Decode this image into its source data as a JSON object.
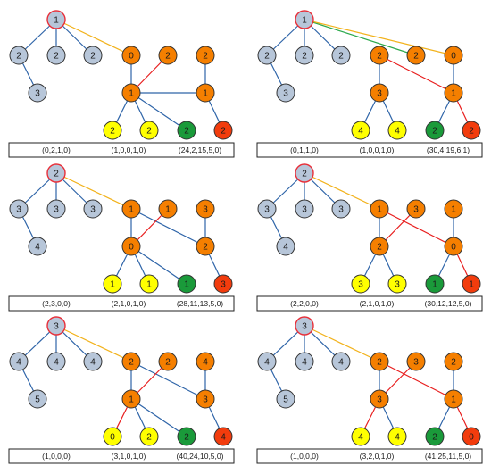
{
  "colors": {
    "blue": "#b7c6d9",
    "orange": "#f57f00",
    "yellow": "#ffff00",
    "green": "#1a9a3a",
    "red": "#f23c0d",
    "root_stroke": "#e8303a",
    "edge_blue": "#2e64a8",
    "edge_red": "#e81e1e",
    "edge_yellow": "#f2b21b",
    "edge_green": "#2aa84a"
  },
  "panels": [
    {
      "id": "p1",
      "root": "1",
      "left": [
        "2",
        "2",
        "2"
      ],
      "sub": "3",
      "top": [
        "0",
        "2",
        "2"
      ],
      "mid": [
        "1",
        "1"
      ],
      "bottom": [
        {
          "label": "2",
          "color": "yellow"
        },
        {
          "label": "2",
          "color": "yellow"
        },
        {
          "label": "2",
          "color": "green"
        },
        {
          "label": "2",
          "color": "red"
        }
      ],
      "caption": [
        "(0,2,1,0)",
        "(1,0,0,1,0)",
        "(24,2,15,5,0)"
      ]
    },
    {
      "id": "p2",
      "root": "1",
      "left": [
        "2",
        "2",
        "2"
      ],
      "sub": "3",
      "top": [
        "2",
        "2",
        "0"
      ],
      "mid": [
        "3",
        "1"
      ],
      "bottom": [
        {
          "label": "4",
          "color": "yellow"
        },
        {
          "label": "4",
          "color": "yellow"
        },
        {
          "label": "2",
          "color": "green"
        },
        {
          "label": "2",
          "color": "red"
        }
      ],
      "caption": [
        "(0,1,1,0)",
        "(1,0,0,1,0)",
        "(30,4,19,6,1)"
      ]
    },
    {
      "id": "p3",
      "root": "2",
      "left": [
        "3",
        "3",
        "3"
      ],
      "sub": "4",
      "top": [
        "1",
        "1",
        "3"
      ],
      "mid": [
        "0",
        "2"
      ],
      "bottom": [
        {
          "label": "1",
          "color": "yellow"
        },
        {
          "label": "1",
          "color": "yellow"
        },
        {
          "label": "1",
          "color": "green"
        },
        {
          "label": "3",
          "color": "red"
        }
      ],
      "caption": [
        "(2,3,0,0)",
        "(2,1,0,1,0)",
        "(28,11,13,5,0)"
      ]
    },
    {
      "id": "p4",
      "root": "2",
      "left": [
        "3",
        "3",
        "3"
      ],
      "sub": "4",
      "top": [
        "1",
        "3",
        "1"
      ],
      "mid": [
        "2",
        "0"
      ],
      "bottom": [
        {
          "label": "3",
          "color": "yellow"
        },
        {
          "label": "3",
          "color": "yellow"
        },
        {
          "label": "1",
          "color": "green"
        },
        {
          "label": "1",
          "color": "red"
        }
      ],
      "caption": [
        "(2,2,0,0)",
        "(2,1,0,1,0)",
        "(30,12,12,5,0)"
      ]
    },
    {
      "id": "p5",
      "root": "3",
      "left": [
        "4",
        "4",
        "4"
      ],
      "sub": "5",
      "top": [
        "2",
        "2",
        "4"
      ],
      "mid": [
        "1",
        "3"
      ],
      "bottom": [
        {
          "label": "0",
          "color": "yellow"
        },
        {
          "label": "2",
          "color": "yellow"
        },
        {
          "label": "2",
          "color": "green"
        },
        {
          "label": "4",
          "color": "red"
        }
      ],
      "caption": [
        "(1,0,0,0)",
        "(3,1,0,1,0)",
        "(40,24,10,5,0)"
      ]
    },
    {
      "id": "p6",
      "root": "3",
      "left": [
        "4",
        "4",
        "4"
      ],
      "sub": "5",
      "top": [
        "2",
        "3",
        "2"
      ],
      "mid": [
        "3",
        "1"
      ],
      "bottom": [
        {
          "label": "4",
          "color": "yellow"
        },
        {
          "label": "4",
          "color": "yellow"
        },
        {
          "label": "2",
          "color": "green"
        },
        {
          "label": "0",
          "color": "red"
        }
      ],
      "caption": [
        "(1,0,0,0)",
        "(3,2,0,1,0)",
        "(41,25,11,5,0)"
      ]
    }
  ]
}
